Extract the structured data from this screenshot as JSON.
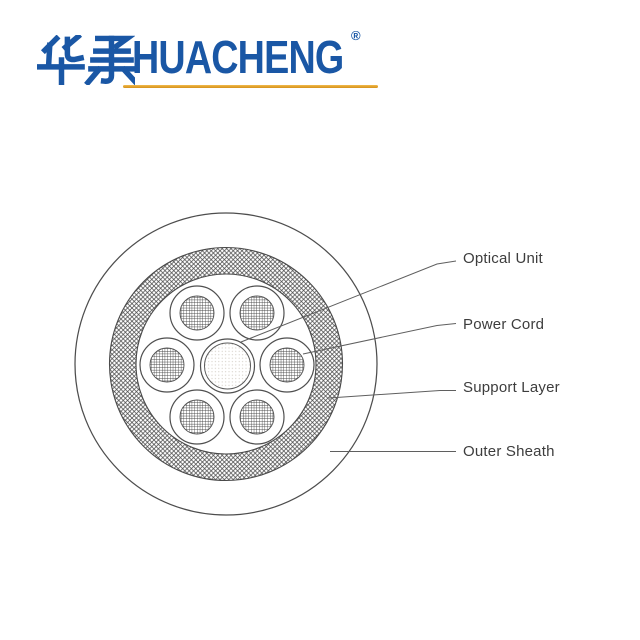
{
  "logo": {
    "chinese": "华承",
    "latin": "HUACHENG",
    "registered_mark": "®",
    "brand_blue": "#1a57a5",
    "underline_gold": "#e5a62f"
  },
  "diagram": {
    "title": "cable cross-section",
    "callouts": {
      "optical_unit": "Optical Unit",
      "power_cord": "Power Cord",
      "support_layer": "Support Layer",
      "outer_sheath": "Outer Sheath"
    },
    "structure": {
      "optical_unit_count": 6,
      "line_color": "#4f4f4f",
      "label_color": "#3d3d3d"
    }
  }
}
